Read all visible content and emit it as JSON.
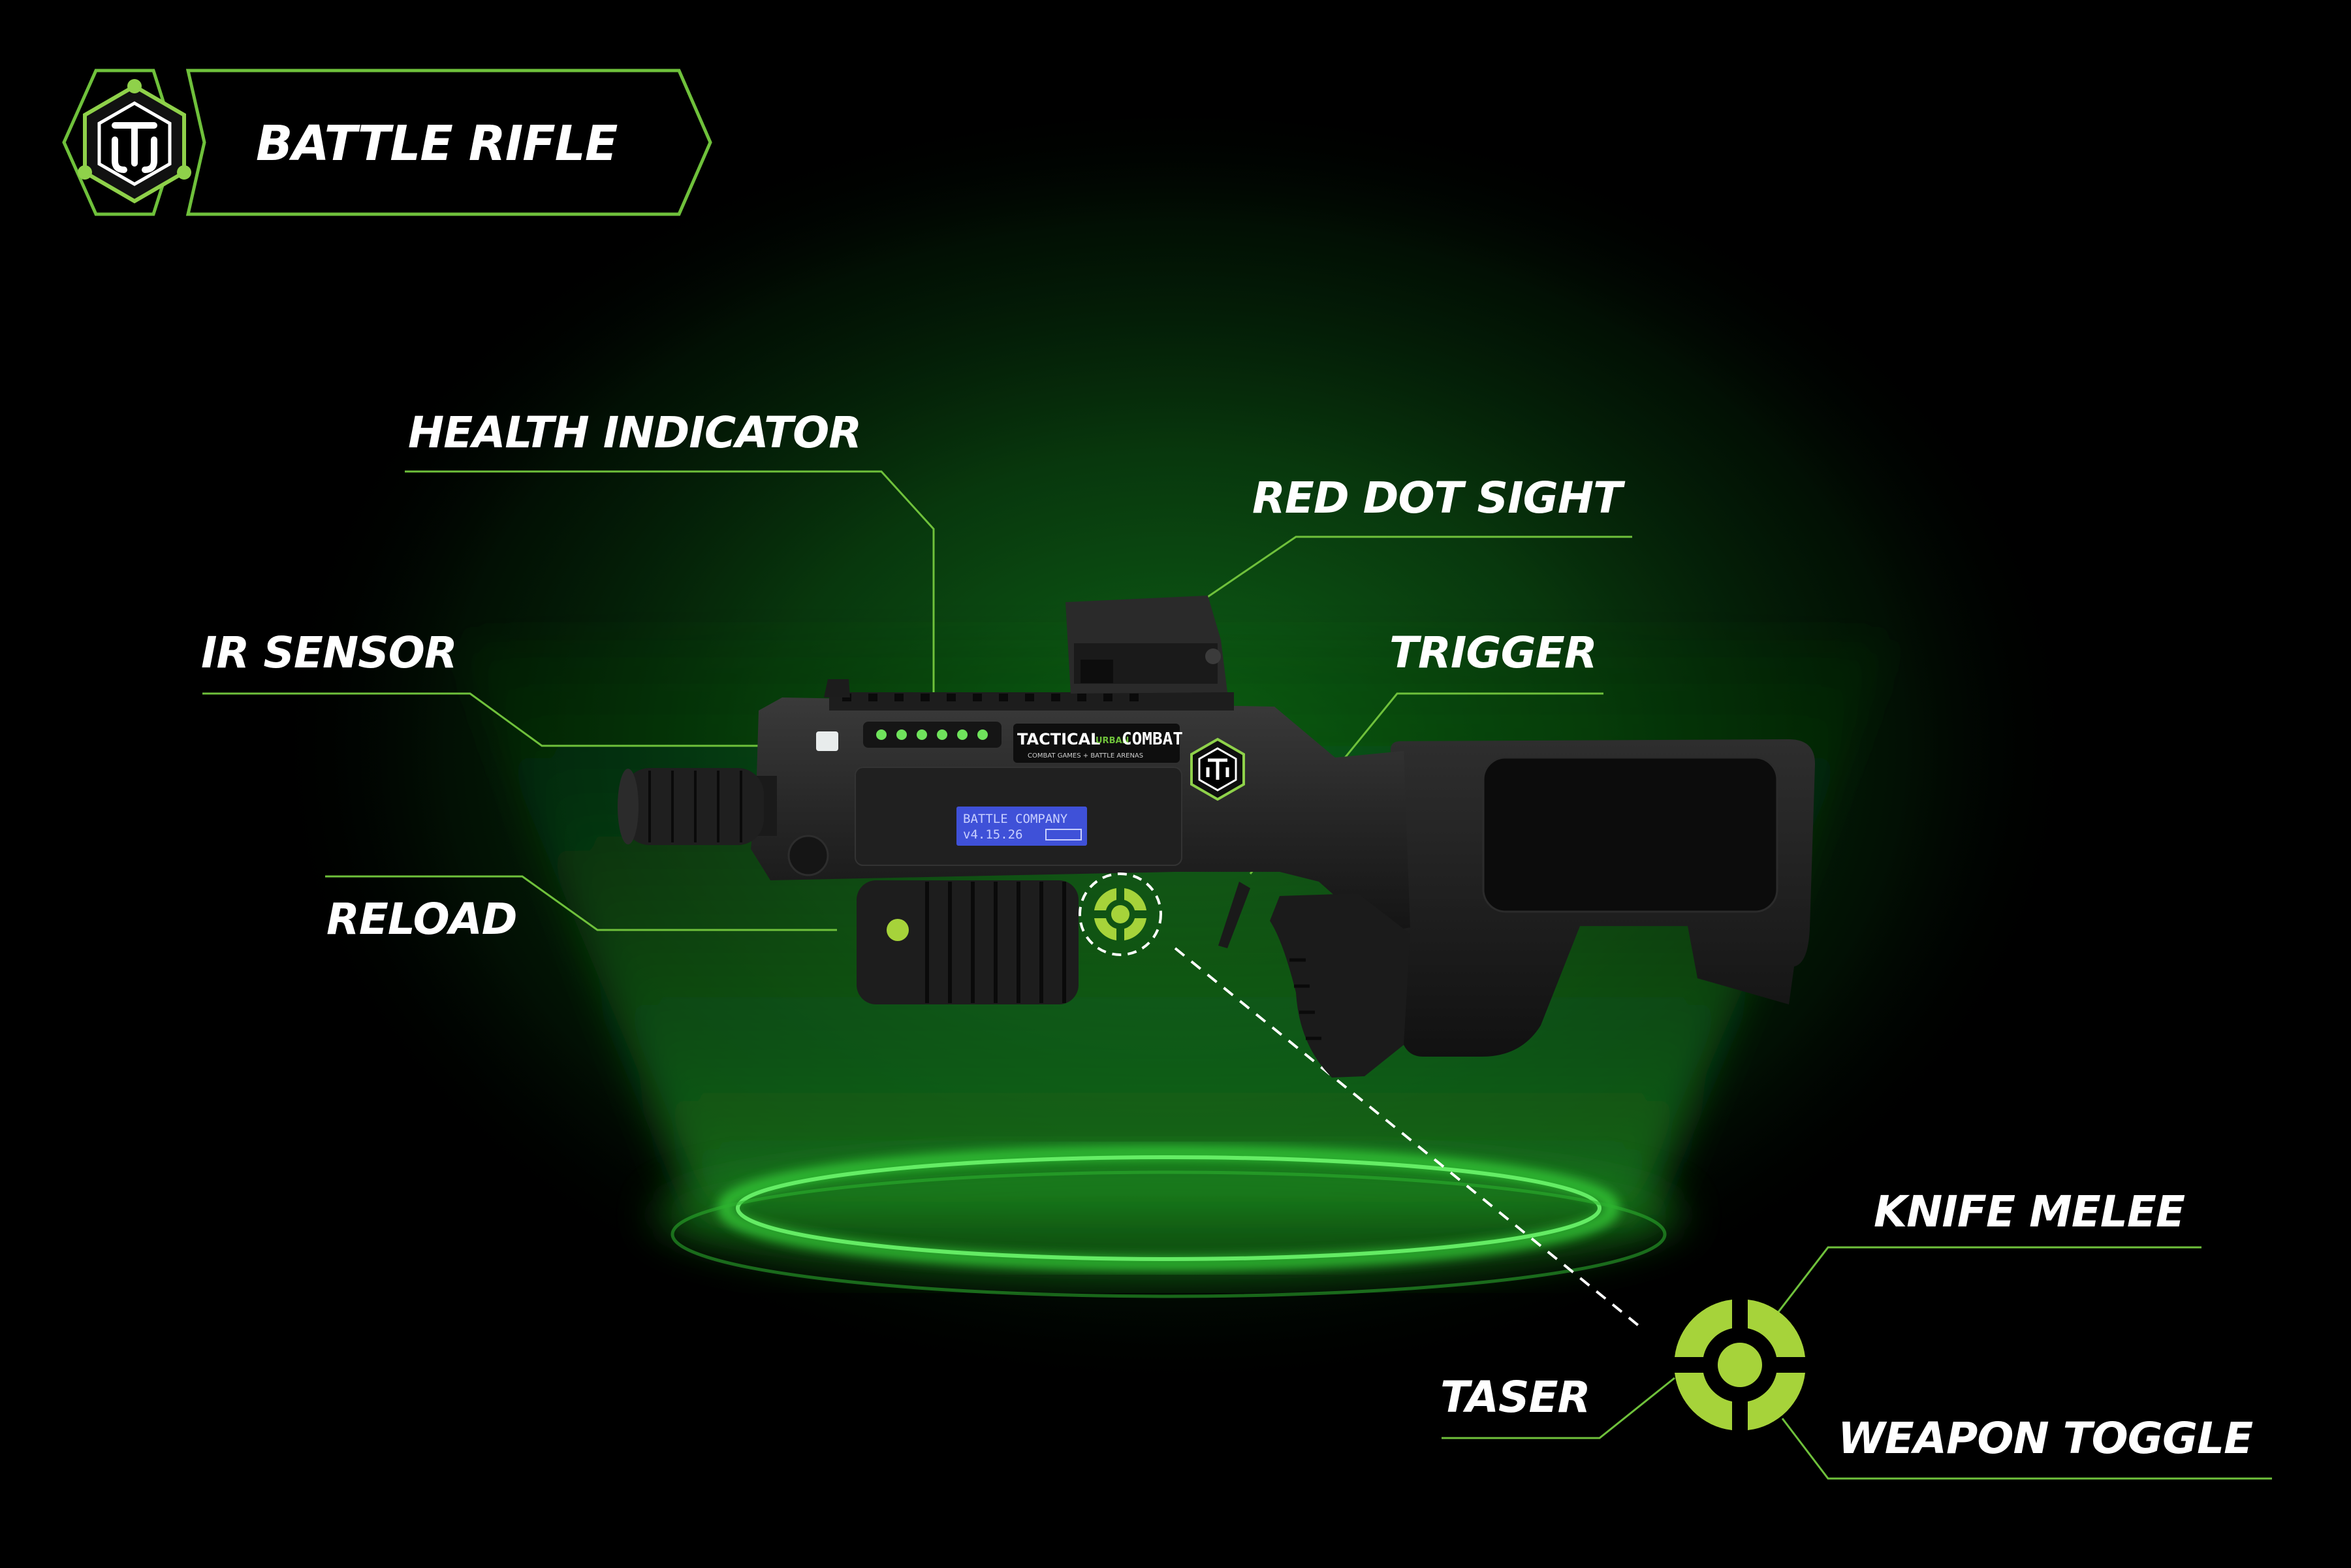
{
  "header": {
    "title": "BATTLE RIFLE",
    "logo_icon": "tuc-shield-logo-icon"
  },
  "callouts": {
    "health_indicator": "HEALTH INDICATOR",
    "red_dot_sight": "RED DOT SIGHT",
    "ir_sensor": "IR SENSOR",
    "trigger": "TRIGGER",
    "reload": "RELOAD",
    "knife_melee": "KNIFE MELEE",
    "taser": "TASER",
    "weapon_toggle": "WEAPON TOGGLE"
  },
  "gun": {
    "brand_left": "TACTICAL",
    "brand_mid": "URBAN",
    "brand_right": "COMBAT",
    "brand_sub": "COMBAT GAMES + BATTLE ARENAS",
    "display_line1": "BATTLE COMPANY",
    "display_line2": "v4.15.26",
    "health_leds": 6
  },
  "colors": {
    "accent": "#6fc13b",
    "button_green": "#a6d33a",
    "background": "#000000",
    "glow": "#1fa12b",
    "display_blue": "#3f51d8"
  }
}
